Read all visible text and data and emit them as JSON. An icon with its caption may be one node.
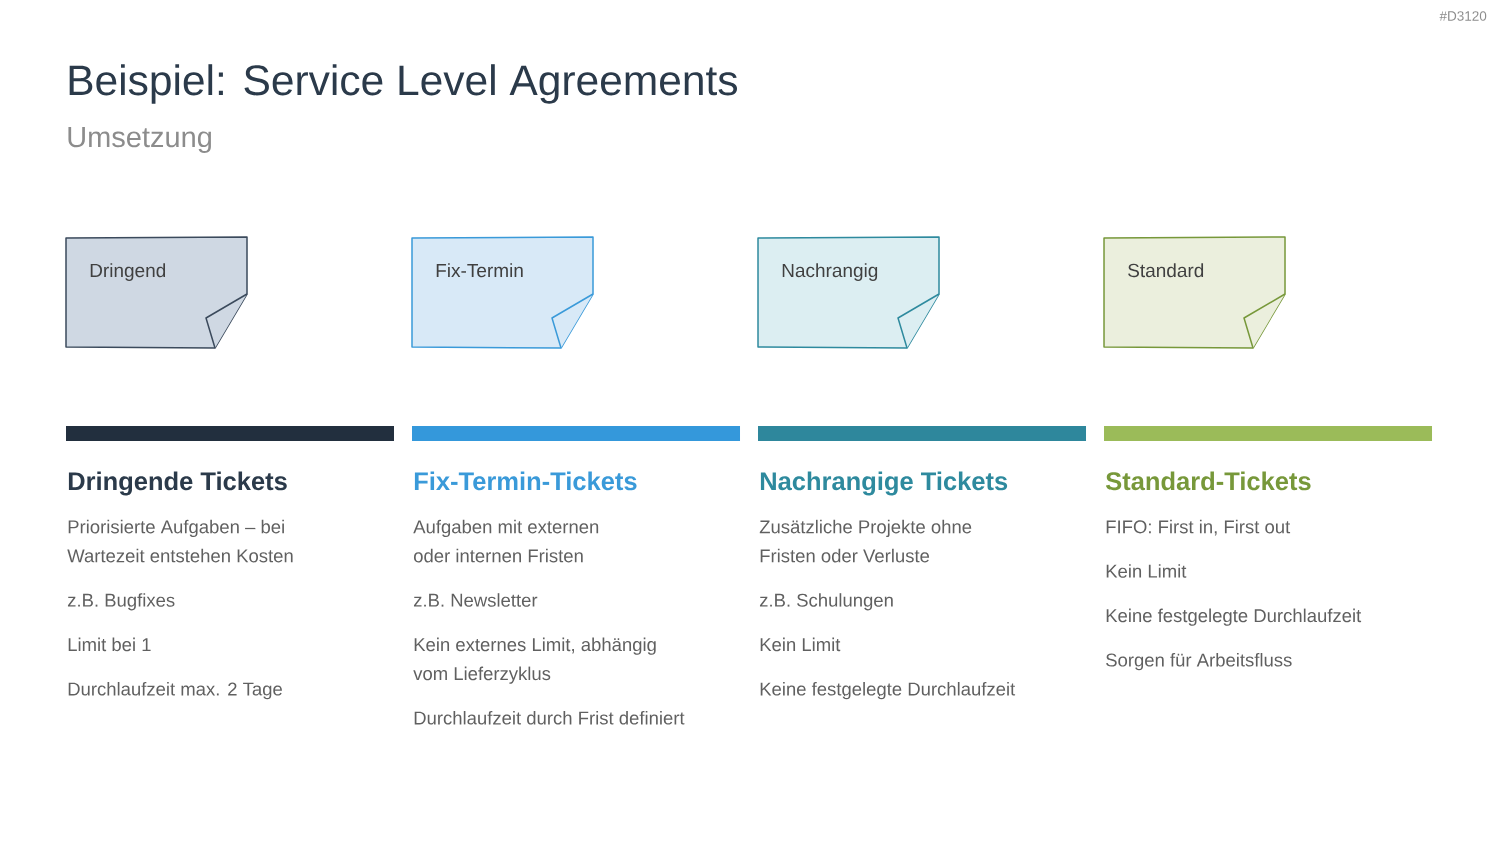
{
  "diagram": {
    "title": "Beispiel: Service Level Agreements",
    "nodes": [
      {
        "text": [
          "Dringend"
        ]
      },
      {
        "text": [
          "Fix-Termin"
        ]
      },
      {
        "text": [
          "Nachrangig"
        ]
      },
      {
        "text": [
          "Standard"
        ]
      },
      {
        "text": [
          "Dringende Tickets"
        ],
        "beside": [
          "Priorisierte Aufgaben – bei Wartezeit entstehen Kosten",
          "z.B. Bugfixes",
          "Limit bei 1",
          "Durchlaufzeit max. 2 Tage"
        ]
      },
      {
        "text": [
          "Fix-Termin-Tickets"
        ],
        "beside": [
          "Aufgaben mit externen oder internen Fristen",
          "z.B. Newsletter",
          "Kein externes Limit, abhängig vom Lieferzyklus",
          "Durchlaufzeit durch Frist definiert"
        ]
      },
      {
        "text": [
          "Nachrangige Tickets"
        ],
        "beside": [
          "Zusätzliche Projekte ohne Fristen oder Verluste",
          "z.B. Schulungen",
          "Kein Limit",
          "Keine festgelegte Durchlaufzeit"
        ]
      },
      {
        "text": [
          "Standard-Tickets"
        ],
        "beside": [
          "FIFO: First in, First out",
          "Kein Limit",
          "Keine festgelegte Durchlaufzeit",
          "Sorgen für Arbeitsfluss"
        ]
      }
    ],
    "labels": [
      "#D3120",
      "Umsetzung"
    ]
  }
}
